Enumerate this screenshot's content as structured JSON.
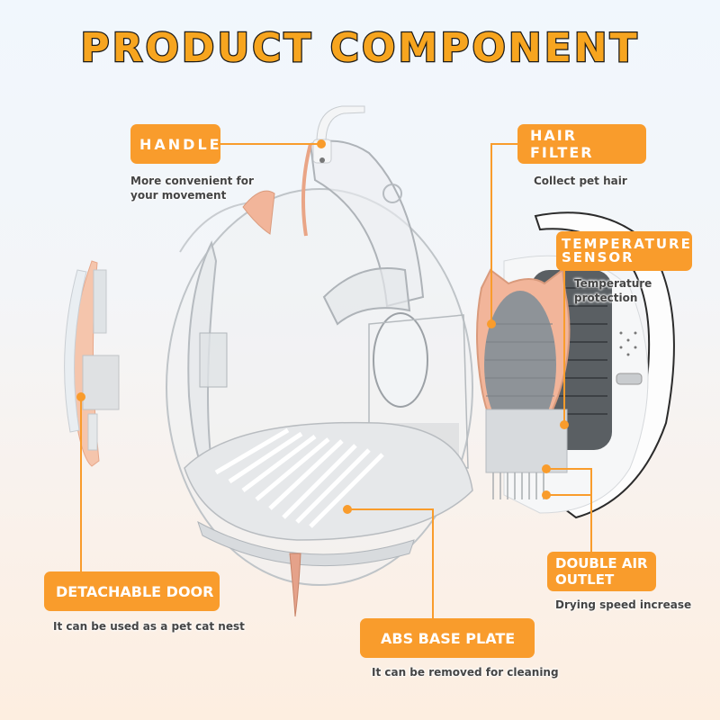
{
  "title": "PRODUCT COMPONENT",
  "colors": {
    "accent": "#f99c2c",
    "title_fill": "#f7a51f",
    "title_stroke": "#1a1a1a",
    "desc_text": "#444444",
    "bg_top": "#f1f7fd",
    "bg_bottom": "#fdeee0",
    "peach_trim": "#f2b59a"
  },
  "components": [
    {
      "id": "handle",
      "label": "HANDLE",
      "description": "More convenient for your movement",
      "icon": "handle-part"
    },
    {
      "id": "hair_filter",
      "label": "HAIR FILTER",
      "description": "Collect pet hair",
      "icon": "filter-part"
    },
    {
      "id": "temperature_sensor",
      "label": "TEMPERATURE SENSOR",
      "description": "Temperature protection",
      "icon": "sensor-part"
    },
    {
      "id": "double_air_outlet",
      "label": "DOUBLE AIR OUTLET",
      "description": "Drying speed increase",
      "icon": "air-outlet-part"
    },
    {
      "id": "detachable_door",
      "label": "DETACHABLE DOOR",
      "description": "It can be used as a pet cat nest",
      "icon": "door-part"
    },
    {
      "id": "abs_base_plate",
      "label": "ABS BASE PLATE",
      "description": "It can be removed for cleaning",
      "icon": "base-plate-part"
    }
  ],
  "labels": {
    "handle": "HANDLE",
    "handle_desc_1": "More convenient for",
    "handle_desc_2": "your movement",
    "hair_filter": "HAIR FILTER",
    "hair_filter_desc": "Collect pet hair",
    "temp_1": "TEMPERATURE",
    "temp_2": "SENSOR",
    "temp_desc_1": "Temperature",
    "temp_desc_2": "protection",
    "outlet_1": "DOUBLE AIR",
    "outlet_2": "OUTLET",
    "outlet_desc": "Drying speed increase",
    "door": "DETACHABLE DOOR",
    "door_desc": "It can be used as a pet cat nest",
    "base": "ABS BASE PLATE",
    "base_desc": "It can be removed for cleaning"
  }
}
